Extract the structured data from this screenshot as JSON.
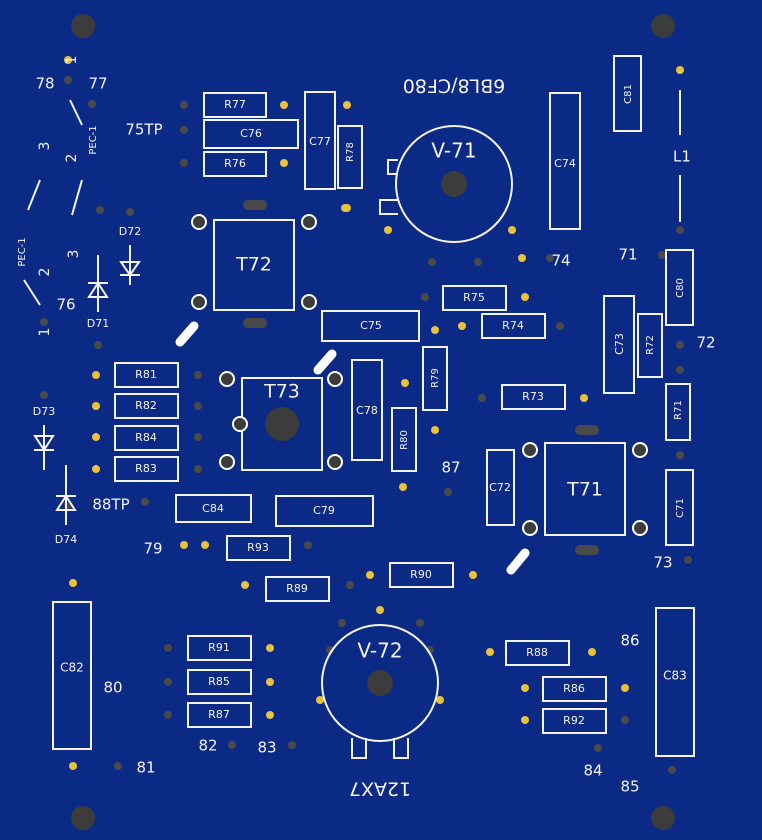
{
  "board": {
    "colors": {
      "background": "#0b2a86",
      "silkscreen": "#f4f4f4",
      "pad": "#4a4a4a",
      "solder": "#e8c23a",
      "hole": "#3c3c3c"
    },
    "tube_labels": {
      "v71": "6BL8/CF80",
      "v72": "12AX7"
    },
    "tubes": [
      {
        "name": "v71-socket",
        "label": "V-71"
      },
      {
        "name": "v72-socket",
        "label": "V-72"
      }
    ],
    "transformers": [
      {
        "name": "t72",
        "label": "T72"
      },
      {
        "name": "t73",
        "label": "T73"
      },
      {
        "name": "t71",
        "label": "T71"
      }
    ],
    "components": [
      {
        "name": "r77",
        "label": "R77"
      },
      {
        "name": "c76",
        "label": "C76"
      },
      {
        "name": "r76",
        "label": "R76"
      },
      {
        "name": "c77",
        "label": "C77"
      },
      {
        "name": "r78",
        "label": "R78"
      },
      {
        "name": "c74",
        "label": "C74"
      },
      {
        "name": "c81",
        "label": "C81"
      },
      {
        "name": "l1",
        "label": "L1"
      },
      {
        "name": "c80",
        "label": "C80"
      },
      {
        "name": "r75",
        "label": "R75"
      },
      {
        "name": "r74",
        "label": "R74"
      },
      {
        "name": "c75",
        "label": "C75"
      },
      {
        "name": "c73",
        "label": "C73"
      },
      {
        "name": "r72",
        "label": "R72"
      },
      {
        "name": "r79",
        "label": "R79"
      },
      {
        "name": "r73",
        "label": "R73"
      },
      {
        "name": "r71",
        "label": "R71"
      },
      {
        "name": "r81",
        "label": "R81"
      },
      {
        "name": "r82",
        "label": "R82"
      },
      {
        "name": "r84",
        "label": "R84"
      },
      {
        "name": "r83",
        "label": "R83"
      },
      {
        "name": "c78",
        "label": "C78"
      },
      {
        "name": "r80",
        "label": "R80"
      },
      {
        "name": "c72",
        "label": "C72"
      },
      {
        "name": "c71",
        "label": "C71"
      },
      {
        "name": "c84",
        "label": "C84"
      },
      {
        "name": "c79",
        "label": "C79"
      },
      {
        "name": "r93",
        "label": "R93"
      },
      {
        "name": "r90",
        "label": "R90"
      },
      {
        "name": "r89",
        "label": "R89"
      },
      {
        "name": "c82",
        "label": "C82"
      },
      {
        "name": "r91",
        "label": "R91"
      },
      {
        "name": "r85",
        "label": "R85"
      },
      {
        "name": "r87",
        "label": "R87"
      },
      {
        "name": "r88",
        "label": "R88"
      },
      {
        "name": "r86",
        "label": "R86"
      },
      {
        "name": "r92",
        "label": "R92"
      },
      {
        "name": "c83",
        "label": "C83"
      }
    ],
    "diodes": [
      {
        "name": "d71",
        "label": "D71"
      },
      {
        "name": "d72",
        "label": "D72"
      },
      {
        "name": "d73",
        "label": "D73"
      },
      {
        "name": "d74",
        "label": "D74"
      }
    ],
    "nodes": [
      {
        "name": "node-78",
        "label": "78"
      },
      {
        "name": "node-77",
        "label": "77"
      },
      {
        "name": "node-75tp",
        "label": "75TP"
      },
      {
        "name": "node-76",
        "label": "76"
      },
      {
        "name": "node-74",
        "label": "74"
      },
      {
        "name": "node-71",
        "label": "71"
      },
      {
        "name": "node-72",
        "label": "72"
      },
      {
        "name": "node-87",
        "label": "87"
      },
      {
        "name": "node-88tp",
        "label": "88TP"
      },
      {
        "name": "node-79",
        "label": "79"
      },
      {
        "name": "node-73",
        "label": "73"
      },
      {
        "name": "node-86",
        "label": "86"
      },
      {
        "name": "node-80",
        "label": "80"
      },
      {
        "name": "node-82",
        "label": "82"
      },
      {
        "name": "node-83",
        "label": "83"
      },
      {
        "name": "node-81",
        "label": "81"
      },
      {
        "name": "node-84",
        "label": "84"
      },
      {
        "name": "node-85",
        "label": "85"
      }
    ],
    "pec": [
      {
        "name": "pec-label-top",
        "label": "PEC-1"
      },
      {
        "name": "pec-label-bottom",
        "label": "PEC-1"
      },
      {
        "name": "pec-top-pin-1",
        "label": "1"
      },
      {
        "name": "pec-top-pin-2",
        "label": "2"
      },
      {
        "name": "pec-top-pin-3",
        "label": "3"
      },
      {
        "name": "pec-bottom-pin-3",
        "label": "3"
      },
      {
        "name": "pec-bottom-pin-2",
        "label": "2"
      },
      {
        "name": "pec-bottom-pin-1",
        "label": "1"
      }
    ]
  }
}
